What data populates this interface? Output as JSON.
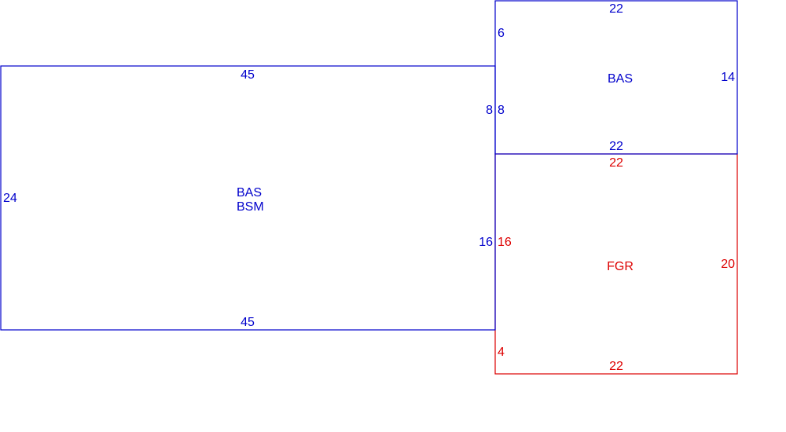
{
  "colors": {
    "blue": "#0000cc",
    "red": "#dd0000"
  },
  "areas": {
    "main": {
      "code1": "BAS",
      "code2": "BSM"
    },
    "upper_right": {
      "code": "BAS"
    },
    "garage": {
      "code": "FGR"
    }
  },
  "dimensions": {
    "main_top": "45",
    "main_bottom": "45",
    "main_left": "24",
    "main_right_upper": "8",
    "main_right_lower": "16",
    "upper_top": "22",
    "upper_bottom": "22",
    "upper_right": "14",
    "upper_left_top": "6",
    "upper_left_bottom": "8",
    "garage_top": "22",
    "garage_bottom": "22",
    "garage_right": "20",
    "garage_left_upper": "16",
    "garage_left_lower": "4"
  }
}
